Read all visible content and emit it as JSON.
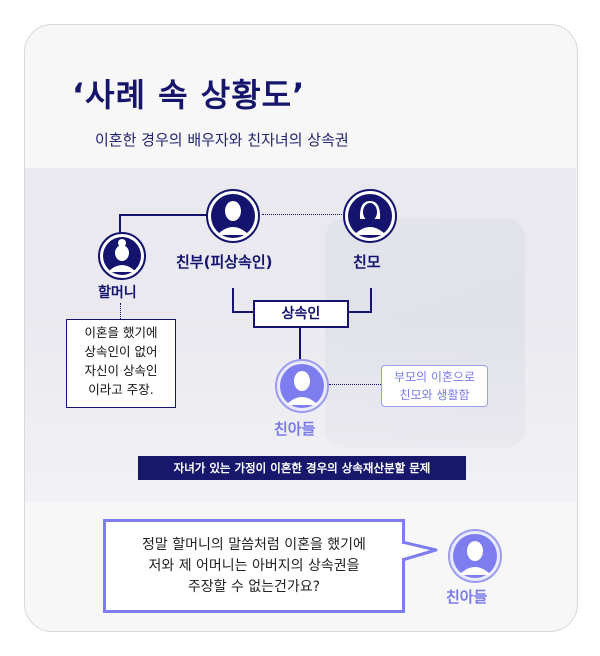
{
  "title": "‘사례 속 상황도’",
  "subtitle": "이혼한 경우의 배우자와 친자녀의 상속권",
  "people": {
    "father": "친부(피상속인)",
    "mother": "친모",
    "grandma": "할머니",
    "child": "친아들",
    "child_bottom": "친아들"
  },
  "heir_label": "상속인",
  "grandma_claim": [
    "이혼을 했기에",
    "상속인이 없어",
    "자신이 상속인",
    "이라고 주장."
  ],
  "child_note": [
    "부모의 이혼으로",
    "친모와 생활함"
  ],
  "banner": "자녀가 있는 가정이 이혼한 경우의 상속재산분할 문제",
  "question": [
    "정말 할머니의 말씀처럼 이혼을 했기에",
    "저와 제 어머니는 아버지의 상속권을",
    "주장할 수 없는건가요?"
  ],
  "colors": {
    "navy": "#14146e",
    "lavender": "#7d7df0",
    "light": "#9c9cf0"
  }
}
